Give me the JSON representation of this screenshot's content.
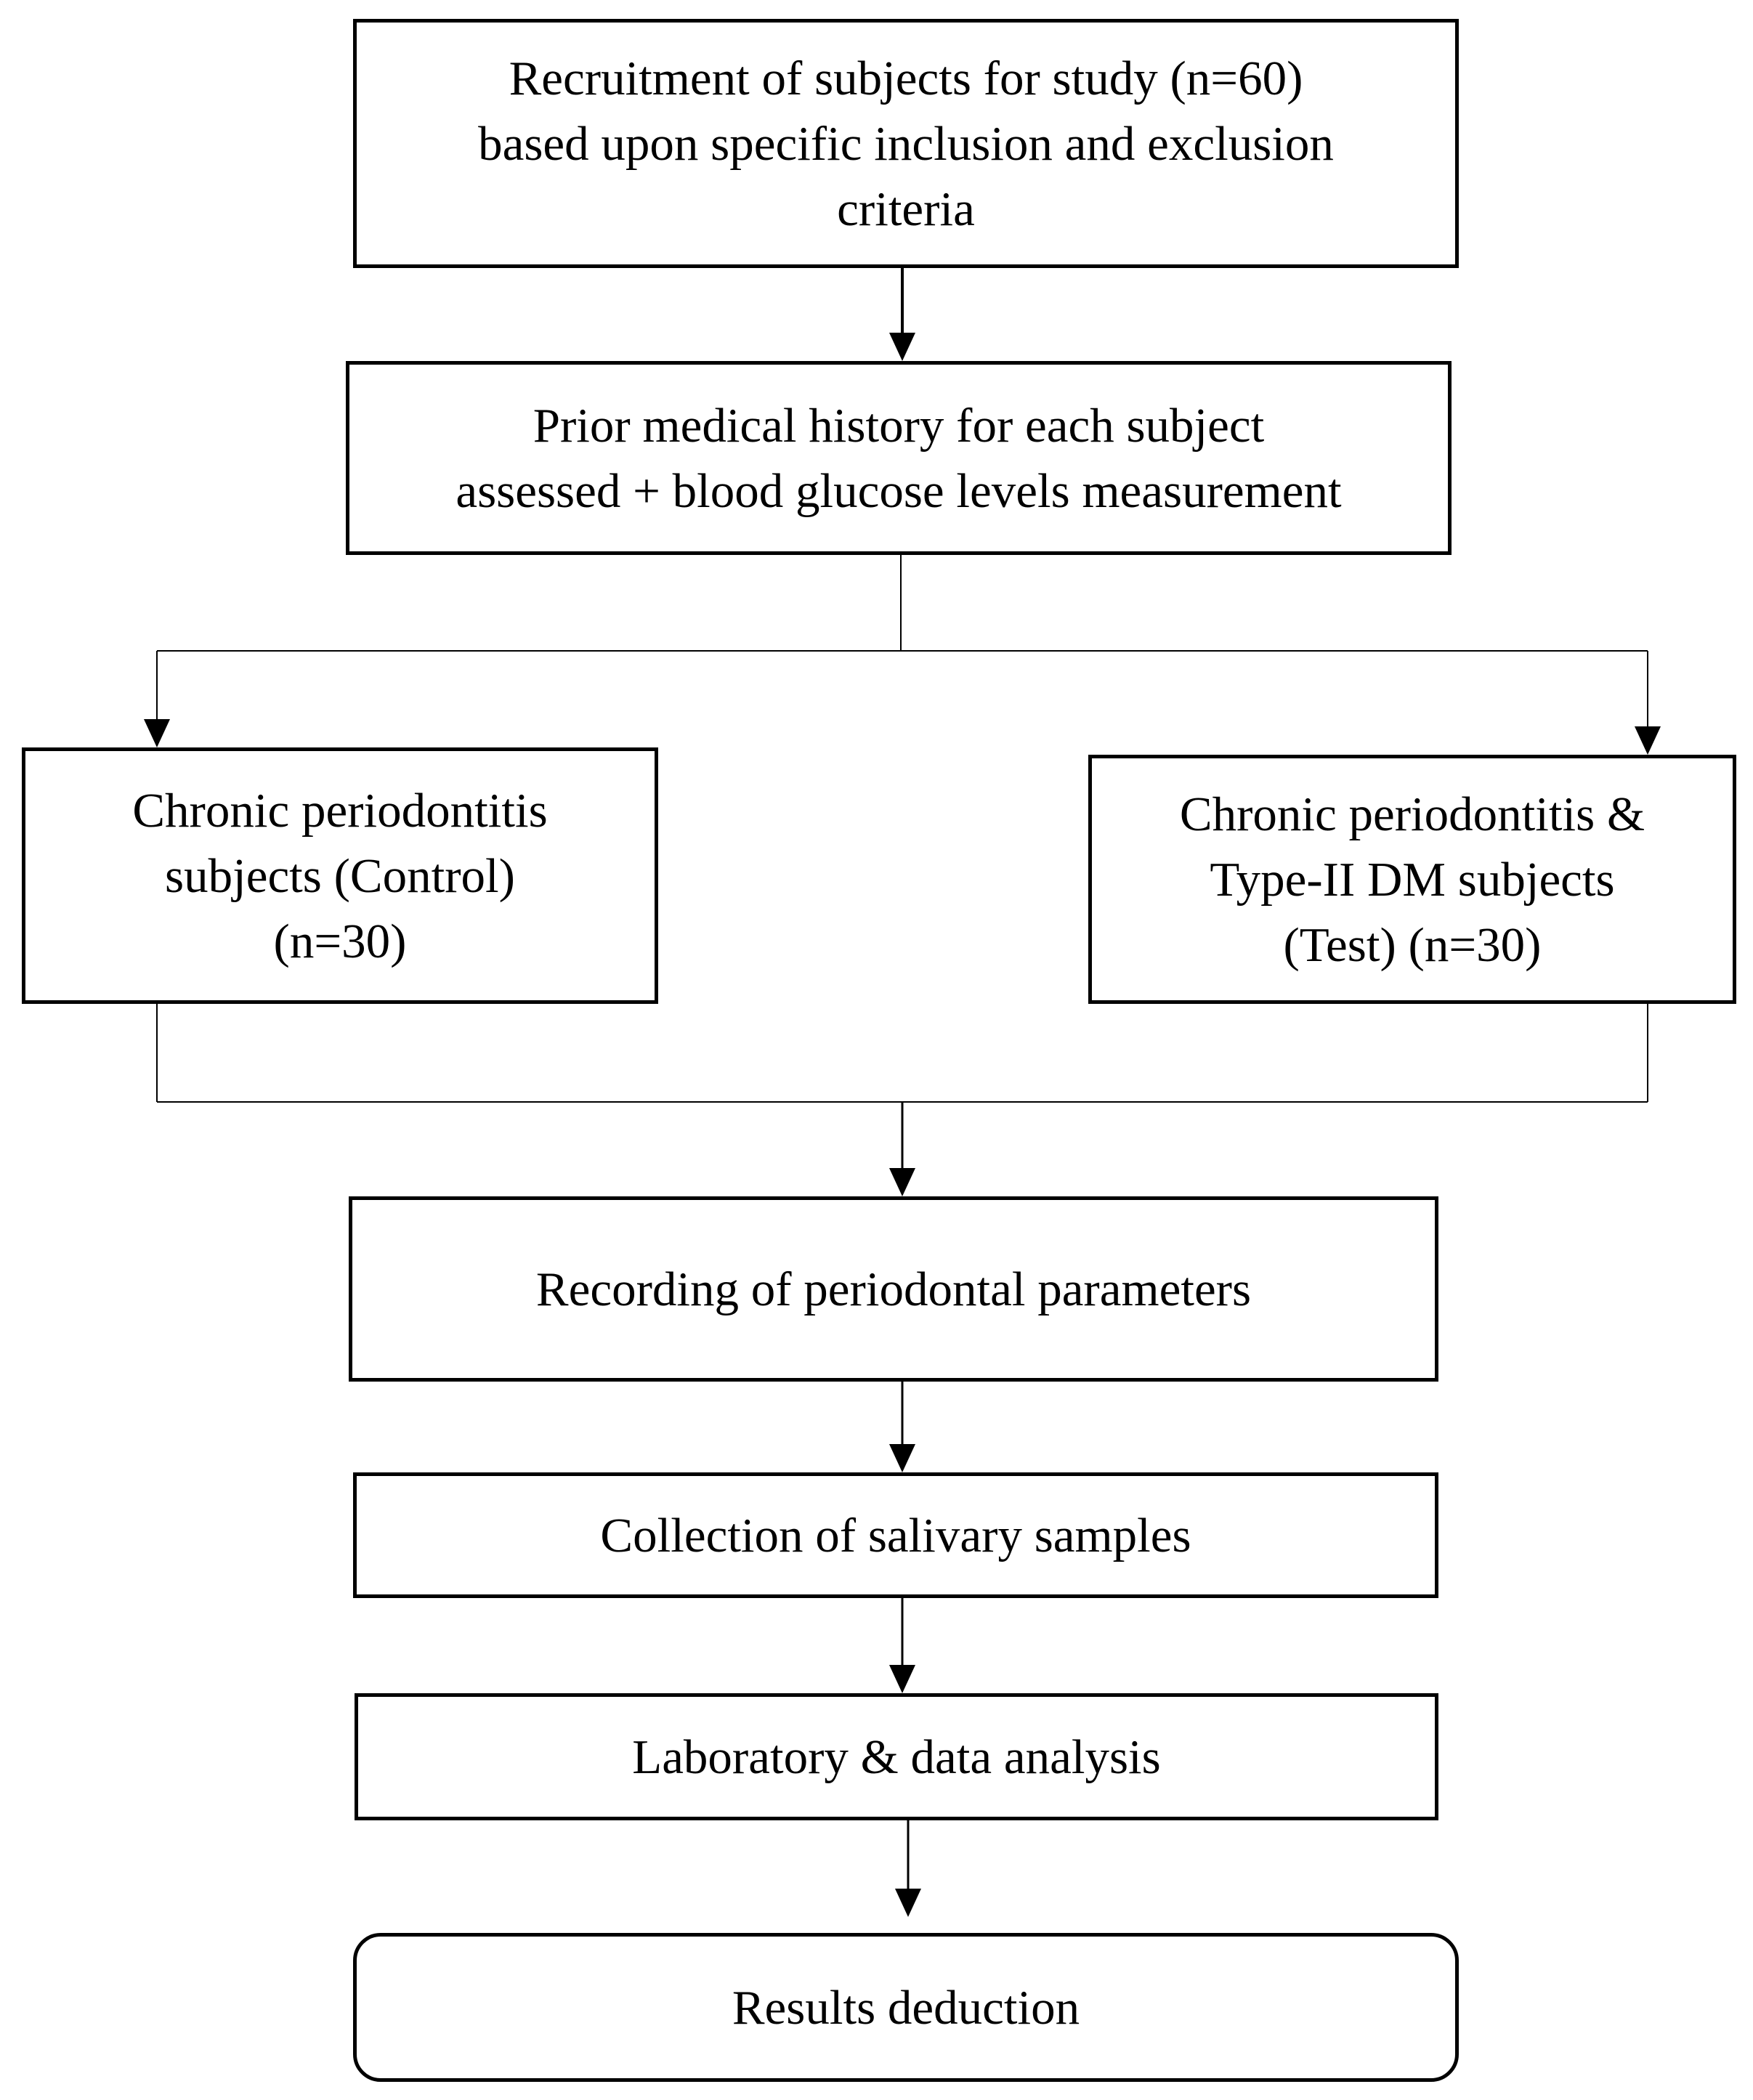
{
  "flowchart": {
    "nodes": {
      "recruitment": [
        "Recruitment of subjects for study (n=60)",
        "based upon specific inclusion and exclusion",
        "criteria"
      ],
      "history": [
        "Prior medical history for each subject",
        "assessed + blood glucose levels measurement"
      ],
      "control": [
        "Chronic periodontitis",
        "subjects (Control)",
        "(n=30)"
      ],
      "test": [
        "Chronic periodontitis &",
        "Type-II DM subjects",
        "(Test) (n=30)"
      ],
      "recording": [
        "Recording of periodontal parameters"
      ],
      "collection": [
        "Collection of salivary samples"
      ],
      "lab": [
        "Laboratory & data analysis"
      ],
      "results": [
        "Results deduction"
      ]
    },
    "edges": [
      {
        "from": "recruitment",
        "to": "history"
      },
      {
        "from": "history",
        "to": "control"
      },
      {
        "from": "history",
        "to": "test"
      },
      {
        "from": "control",
        "to": "recording"
      },
      {
        "from": "test",
        "to": "recording"
      },
      {
        "from": "recording",
        "to": "collection"
      },
      {
        "from": "collection",
        "to": "lab"
      },
      {
        "from": "lab",
        "to": "results"
      }
    ]
  }
}
